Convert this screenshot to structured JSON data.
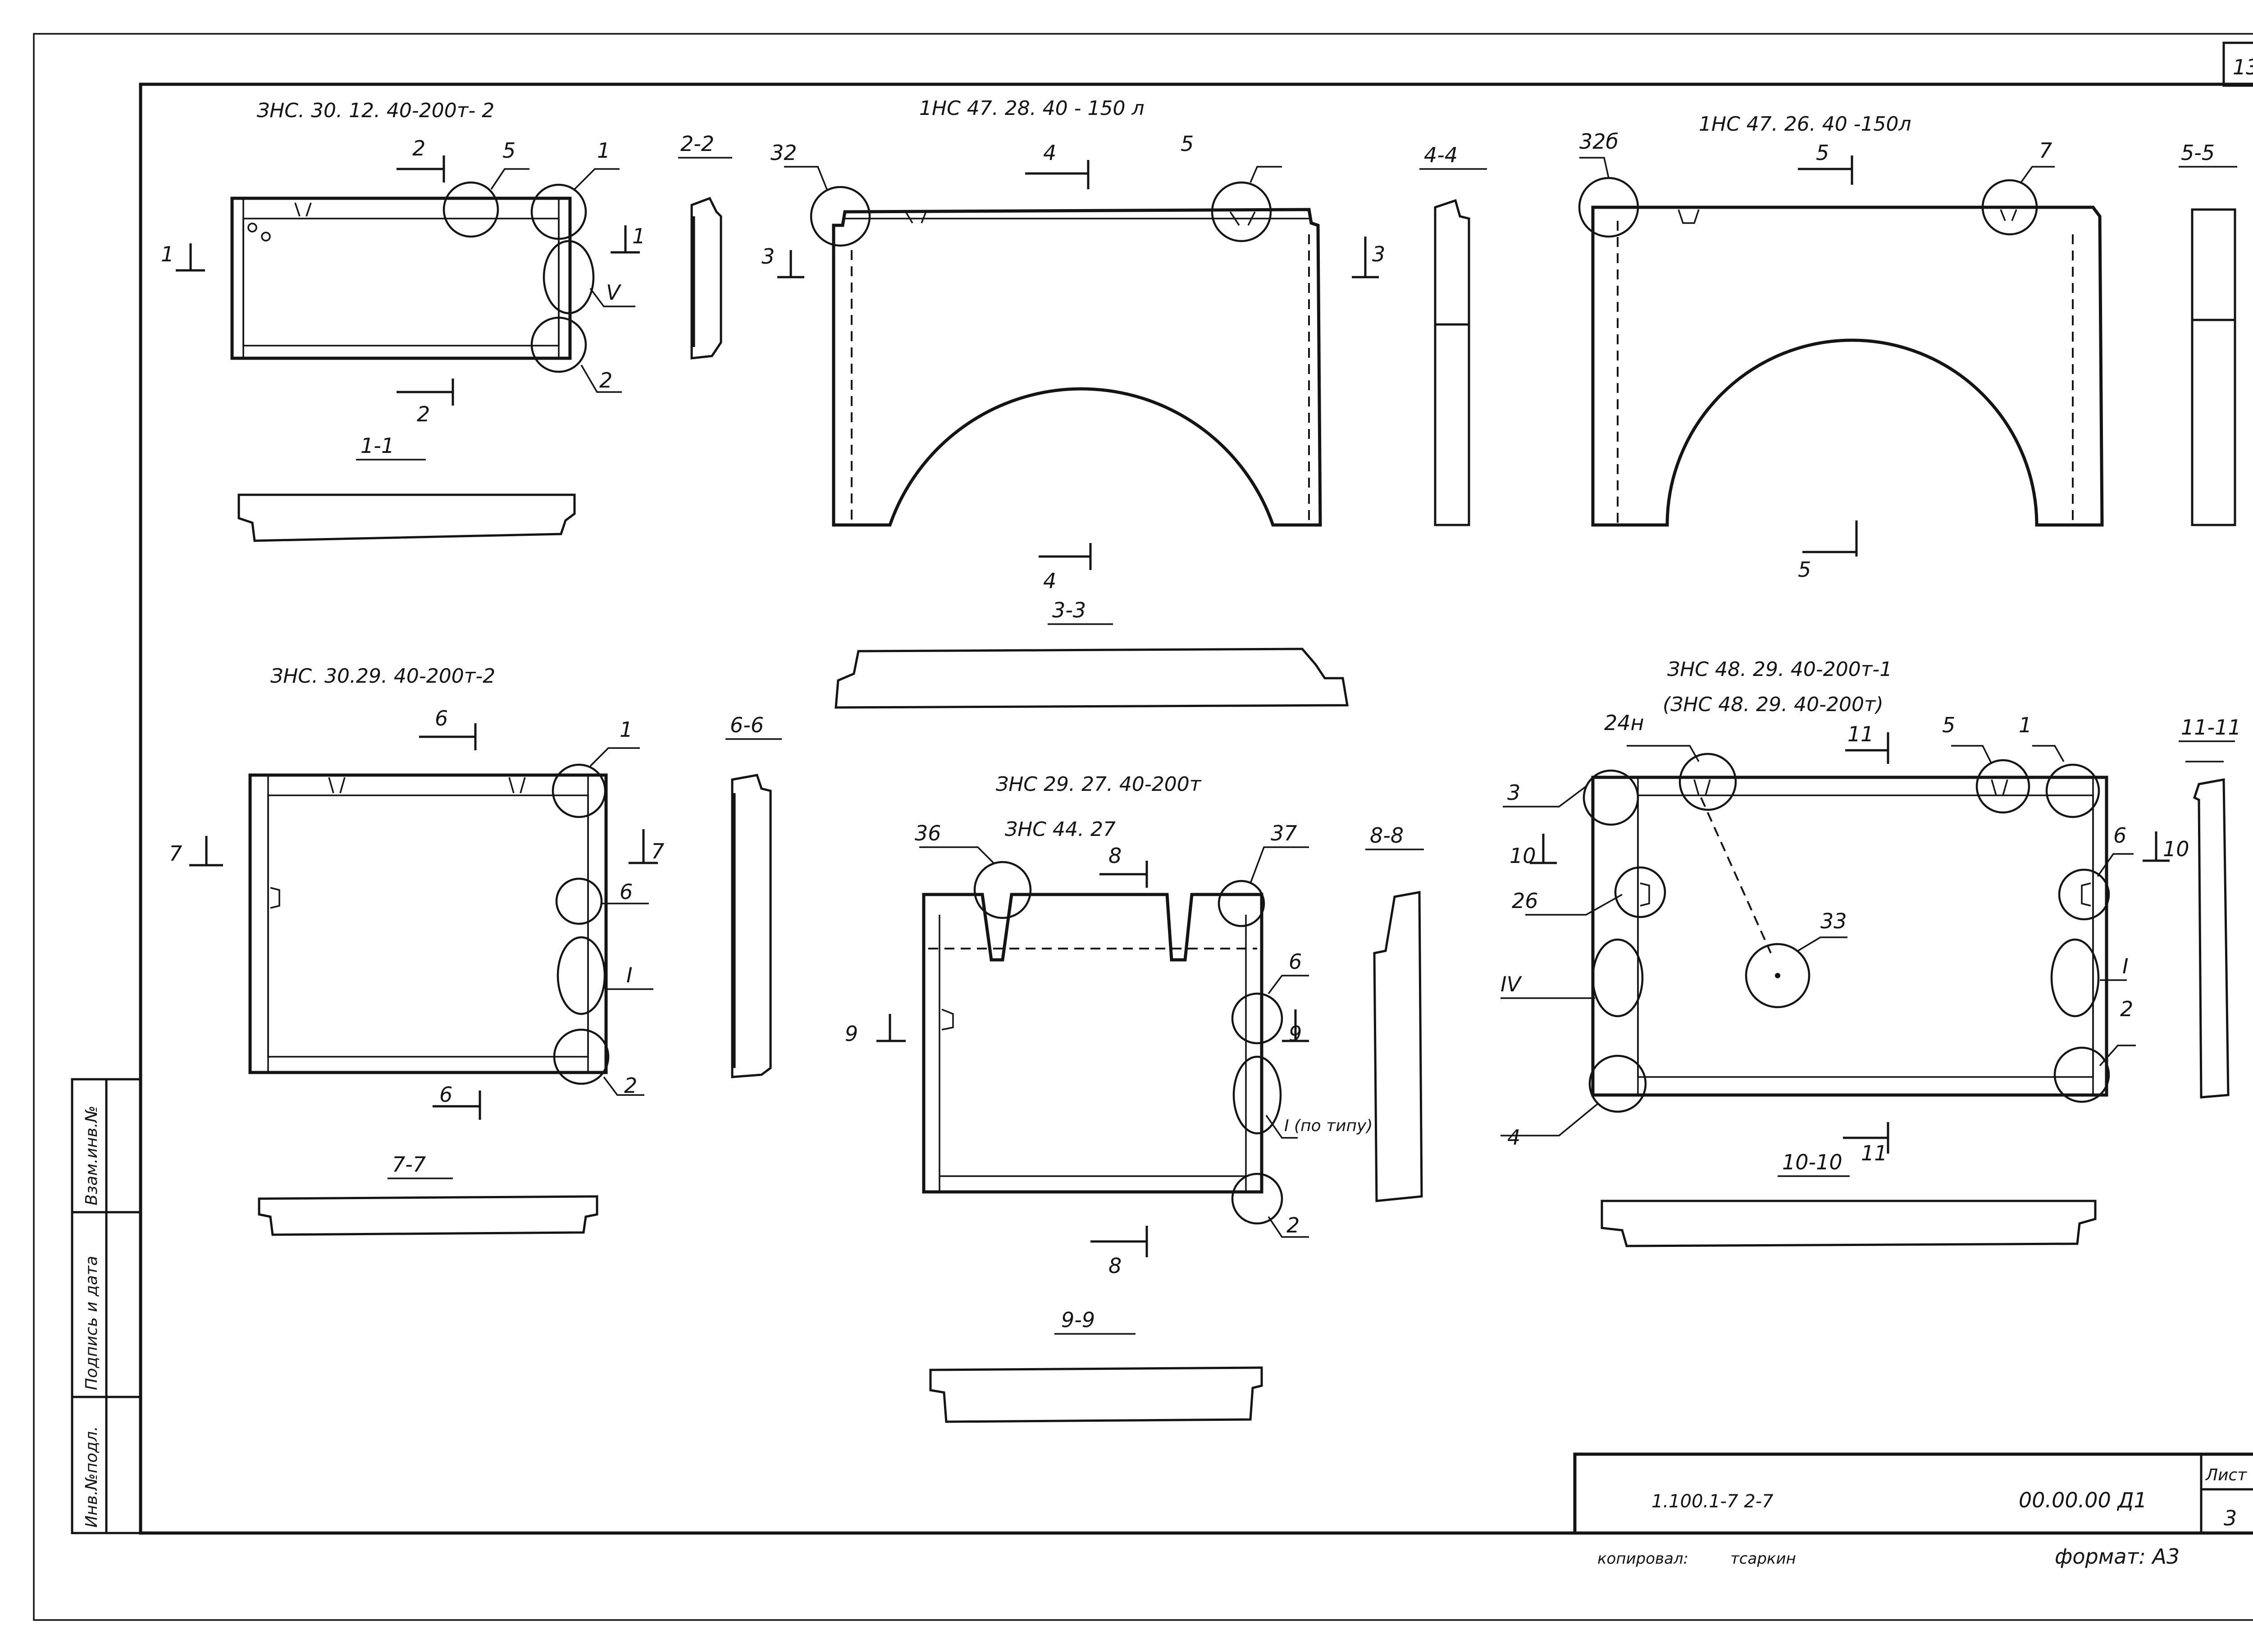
{
  "sheet": {
    "corner_number": "13",
    "sheet_label": "Лист",
    "sheet_number": "3",
    "doc_code": "1.100.1-7 2-7",
    "doc_number": "00.00.00 Д1",
    "copied_by": "копировал:",
    "copied_signature": "тсаркин",
    "format": "формат: А3"
  },
  "side_stamp": {
    "col1": "Инв.№подл.",
    "col2": "Подпись и дата",
    "col3": "Взам.инв.№"
  },
  "panels": {
    "p1": {
      "title": "ЗНС. 30. 12. 40-200т- 2",
      "section_main": "1-1",
      "section_side": "2-2",
      "cut_top": "2",
      "cut_bottom": "2",
      "cut_left": "1",
      "cut_right": "1",
      "callouts": [
        "5",
        "1",
        "V",
        "2"
      ]
    },
    "p2": {
      "title": "1НС 47. 28. 40 - 150 л",
      "section_main": "3-3",
      "section_side": "4-4",
      "cut_top": "4",
      "cut_bottom": "4",
      "cut_left": "3",
      "cut_right": "3",
      "callouts": [
        "32",
        "5"
      ]
    },
    "p3": {
      "title": "1НС 47. 26. 40 -150л",
      "section_side": "5-5",
      "cut_top": "5",
      "cut_bottom": "5",
      "callouts": [
        "32б",
        "7"
      ]
    },
    "p4": {
      "title": "ЗНС. 30.29. 40-200т-2",
      "section_main": "7-7",
      "section_side": "6-6",
      "cut_top": "6",
      "cut_bottom": "6",
      "cut_left": "7",
      "cut_right": "7",
      "callouts": [
        "1",
        "6",
        "I",
        "2"
      ]
    },
    "p5": {
      "title": "ЗНС 29. 27. 40-200т",
      "subtitle": "ЗНС 44. 27",
      "section_main": "9-9",
      "section_side": "8-8",
      "cut_top": "8",
      "cut_bottom": "8",
      "cut_left": "9",
      "cut_right": "9",
      "callouts": [
        "36",
        "37",
        "6",
        "I (по типу)",
        "2"
      ]
    },
    "p6": {
      "title": "ЗНС 48. 29. 40-200т-1",
      "subtitle": "(ЗНС 48. 29. 40-200т)",
      "section_main": "10-10",
      "section_side": "11-11",
      "cut_top": "11",
      "cut_bottom": "11",
      "cut_left": "10",
      "cut_right": "10",
      "callouts": [
        "24н",
        "5",
        "1",
        "3",
        "26",
        "6",
        "IV",
        "33",
        "I",
        "2",
        "4"
      ]
    }
  }
}
